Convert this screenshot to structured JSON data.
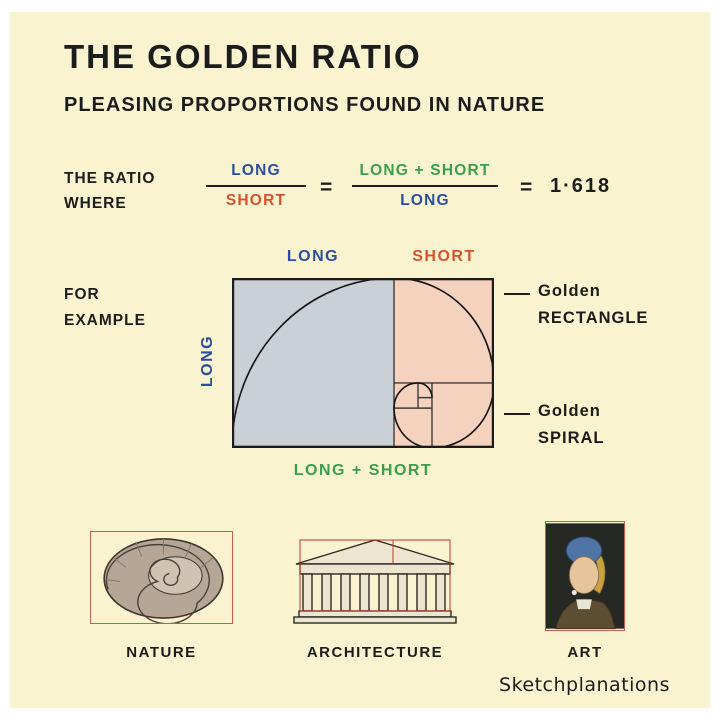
{
  "page": {
    "title": "THE GOLDEN RATIO",
    "subtitle": "PLEASING PROPORTIONS FOUND IN NATURE",
    "signature": "Sketchplanations"
  },
  "equation": {
    "intro_line1": "THE RATIO",
    "intro_line2": "WHERE",
    "fraction1": {
      "numerator": "LONG",
      "denominator": "SHORT"
    },
    "equals": "=",
    "fraction2": {
      "numerator": "LONG + SHORT",
      "denominator": "LONG"
    },
    "result": "1·618"
  },
  "diagram": {
    "intro_line1": "FOR",
    "intro_line2": "EXAMPLE",
    "label_top": "LONG",
    "label_top_right": "SHORT",
    "label_side": "LONG",
    "label_bottom": "LONG + SHORT",
    "annotation_rectangle_word1": "Golden",
    "annotation_rectangle_word2": "RECTANGLE",
    "annotation_spiral_word1": "Golden",
    "annotation_spiral_word2": "SPIRAL"
  },
  "examples": {
    "nature": "NATURE",
    "architecture": "ARCHITECTURE",
    "art": "ART"
  },
  "colors": {
    "background": "#faf3cf",
    "ink": "#1c1c1c",
    "long_blue": "#2b4d9e",
    "short_red": "#d9512c",
    "sum_green": "#3a9e4d",
    "square_fill": "#c9d0d6",
    "salmon_fill": "#f4d2bd",
    "frame_red": "#c0614a"
  }
}
